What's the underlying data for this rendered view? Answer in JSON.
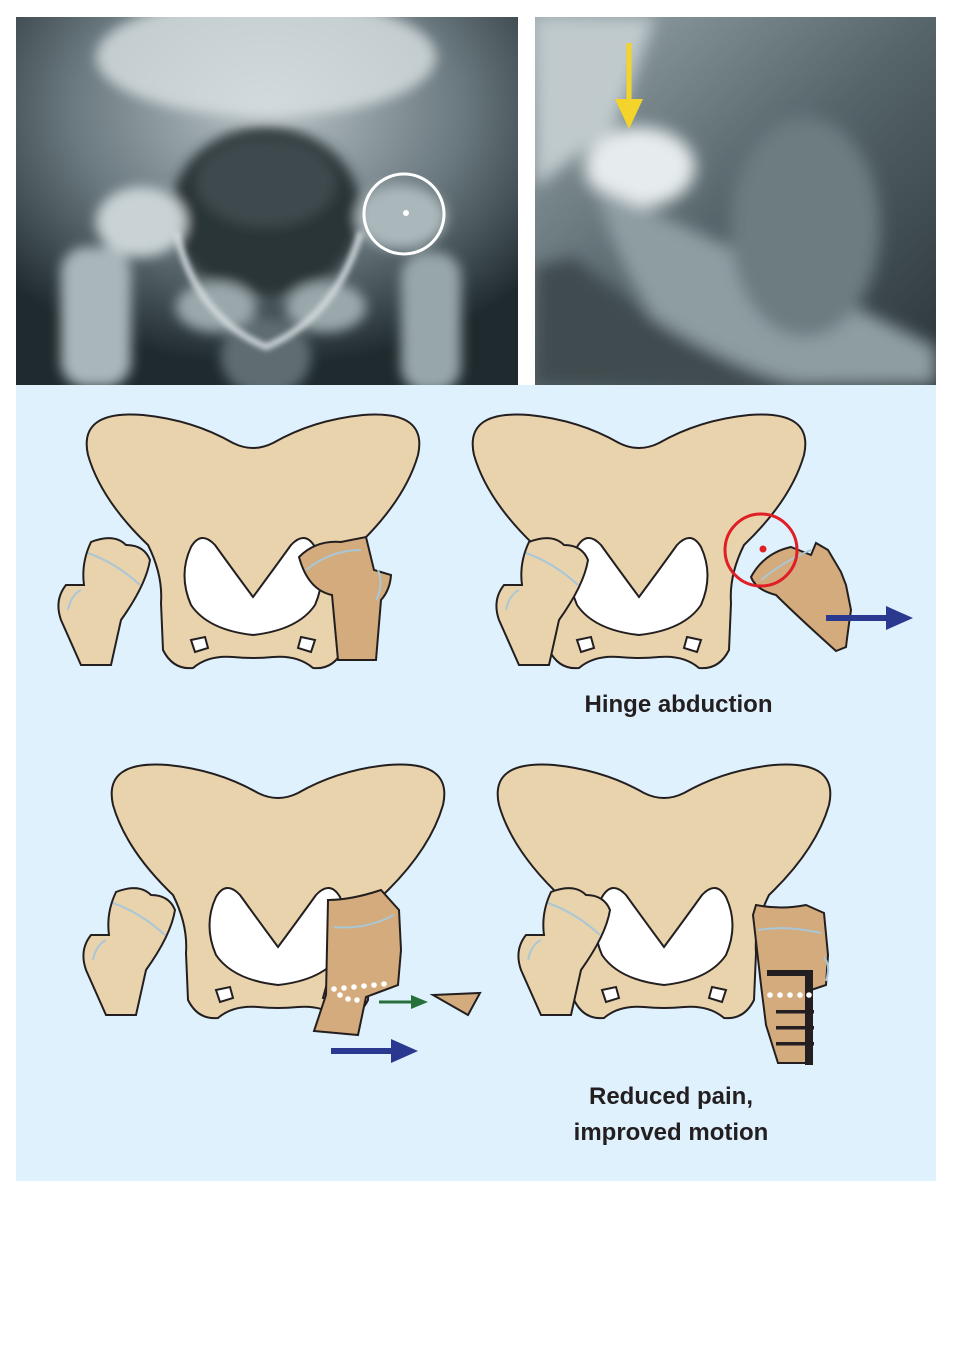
{
  "captions": {
    "hinge": "Hinge abduction",
    "reduced_line1": "Reduced pain,",
    "reduced_line2": "improved motion"
  },
  "colors": {
    "bone": "#e9d3ad",
    "femur_affected": "#d3ab7c",
    "outline": "#231f20",
    "physis": "#a9c7d6",
    "panel_background": "#dff1fc",
    "circle_marker": "#e01e26",
    "abduction_arrow": "#2a3890",
    "wedge_arrow": "#26703a",
    "xray_arrow": "#f4d32a",
    "xray_circle": "#ffffff"
  }
}
